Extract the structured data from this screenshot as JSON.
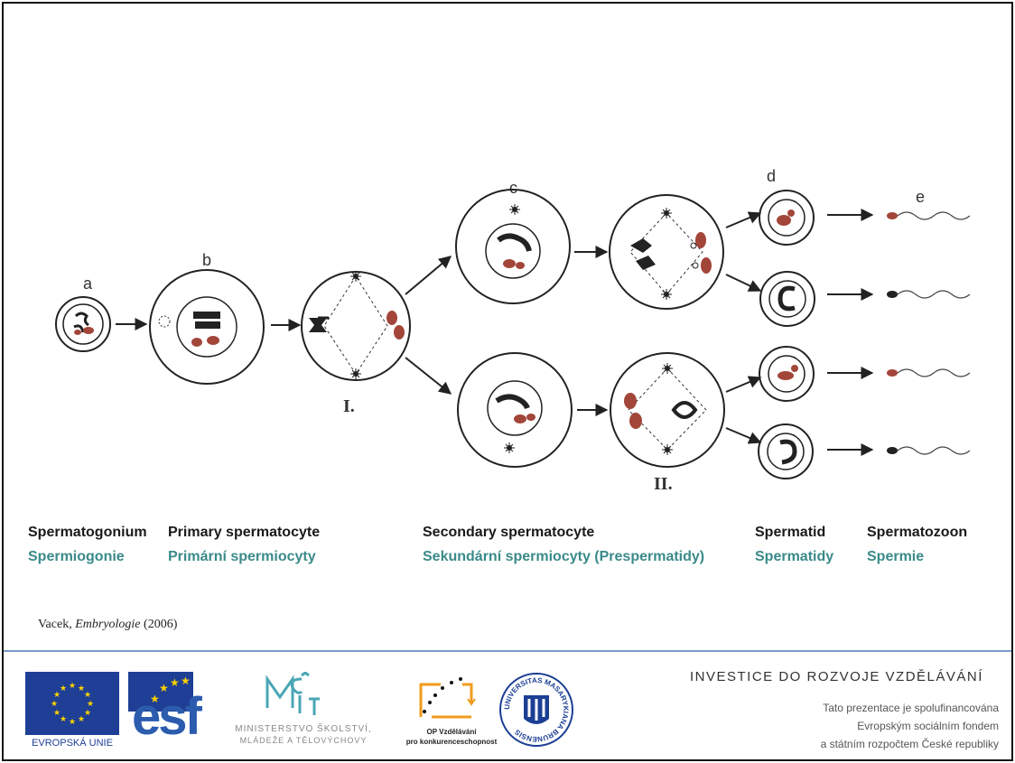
{
  "diagram": {
    "stage_letters": [
      "a",
      "b",
      "c",
      "d",
      "e"
    ],
    "division_labels": [
      "I.",
      "II."
    ]
  },
  "stages": [
    {
      "en": "Spermatogonium",
      "cz": "Spermiogonie"
    },
    {
      "en": "Primary spermatocyte",
      "cz": "Primární spermiocyty"
    },
    {
      "en": "Secondary spermatocyte",
      "cz": "Sekundární spermiocyty (Prespermatidy)"
    },
    {
      "en": "Spermatid",
      "cz": "Spermatidy"
    },
    {
      "en": "Spermatozoon",
      "cz": "Spermie"
    }
  ],
  "citation": {
    "author": "Vacek,",
    "title": "Embryologie",
    "year": "(2006)"
  },
  "footer": {
    "heading": "INVESTICE DO ROZVOJE VZDĚLÁVÁNÍ",
    "funding_lines": [
      "Tato prezentace je spolufinancována",
      "Evropským sociálním fondem",
      "a státním rozpočtem České republiky"
    ],
    "logos": {
      "eu": "EVROPSKÁ UNIE",
      "esf": "esf",
      "msmt_line1": "MINISTERSTVO ŠKOLSTVÍ,",
      "msmt_line2": "MLÁDEŽE A TĚLOVÝCHOVY",
      "op_line1": "OP Vzdělávání",
      "op_line2": "pro konkurenceschopnost",
      "muni_ring": "UNIVERSITAS MASARYKIANA BRUNENSIS"
    },
    "colors": {
      "eu_blue": "#1e3f95",
      "eu_star": "#ffd200",
      "esf_blue": "#2b5cae",
      "msmt_teal": "#4aa6b6",
      "op_orange": "#f29b1d",
      "muni_blue": "#1c3f94"
    }
  }
}
